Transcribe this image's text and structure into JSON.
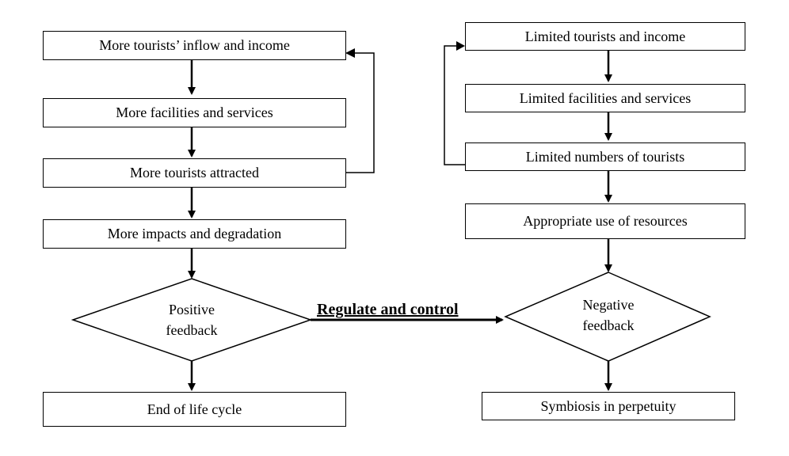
{
  "left_flow": {
    "box1": "More tourists’ inflow and income",
    "box2": "More facilities and services",
    "box3": "More tourists attracted",
    "box4": "More impacts and degradation",
    "decision_line1": "Positive",
    "decision_line2": "feedback",
    "end": "End of life cycle"
  },
  "right_flow": {
    "box1": "Limited tourists and income",
    "box2": "Limited facilities and services",
    "box3": "Limited numbers of tourists",
    "box4": "Appropriate use of resources",
    "decision_line1": "Negative",
    "decision_line2": "feedback",
    "end": "Symbiosis in perpetuity"
  },
  "connector_label": "Regulate and control"
}
